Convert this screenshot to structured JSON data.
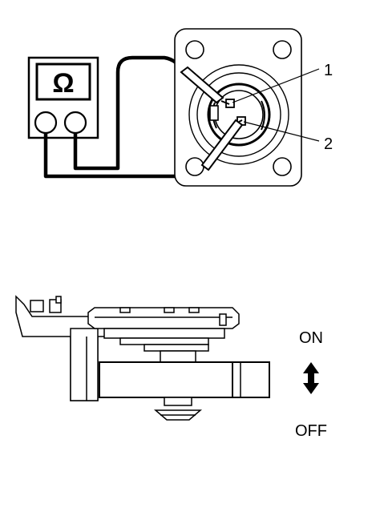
{
  "meter": {
    "symbol": "Ω"
  },
  "callouts": [
    {
      "label": "1"
    },
    {
      "label": "2"
    }
  ],
  "switch_states": {
    "on": "ON",
    "off": "OFF"
  },
  "icons": [
    "ohmmeter-icon",
    "double-arrow-icon"
  ]
}
